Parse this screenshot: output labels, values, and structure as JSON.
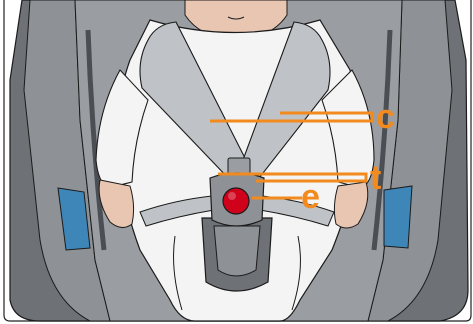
{
  "labels": [
    {
      "id": "c",
      "text": "c"
    },
    {
      "id": "t",
      "text": "t"
    },
    {
      "id": "e",
      "text": "e"
    }
  ],
  "colors": {
    "callout": "#F28A1E",
    "seat_shell": "#6E7175",
    "seat_padding": "#9A9DA1",
    "seat_dark": "#4B4E52",
    "side_pad_blue": "#3E86B8",
    "harness": "#BFC2C6",
    "suit": "#F4F4F4",
    "skin": "#E9C6B2",
    "buckle_button": "#D0021B",
    "outline": "#1B1B1B"
  },
  "icons": {
    "buckle_button": "red-circle-button"
  }
}
